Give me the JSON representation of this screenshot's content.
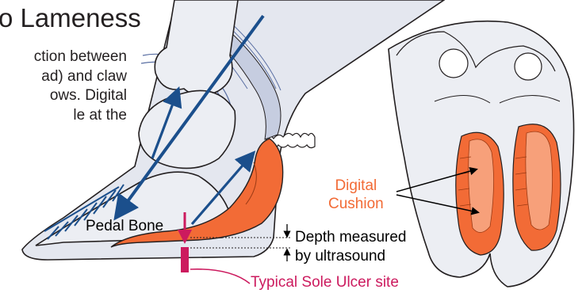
{
  "title": "o Lameness",
  "intro_lines": [
    "ction between",
    "ad) and claw",
    "ows. Digital",
    "le at the"
  ],
  "labels": {
    "pedal_bone": "Pedal Bone",
    "depth_line1": "Depth measured",
    "depth_line2": "by ultrasound",
    "cushion_line1": "Digital",
    "cushion_line2": "Cushion",
    "ulcer_site": "Typical Sole Ulcer site"
  },
  "colors": {
    "tendon_arrow": "#1b4f8c",
    "cushion": "#f26b36",
    "ulcer": "#cc1a5e",
    "bone": "#eceef3",
    "outline": "#231f20"
  }
}
